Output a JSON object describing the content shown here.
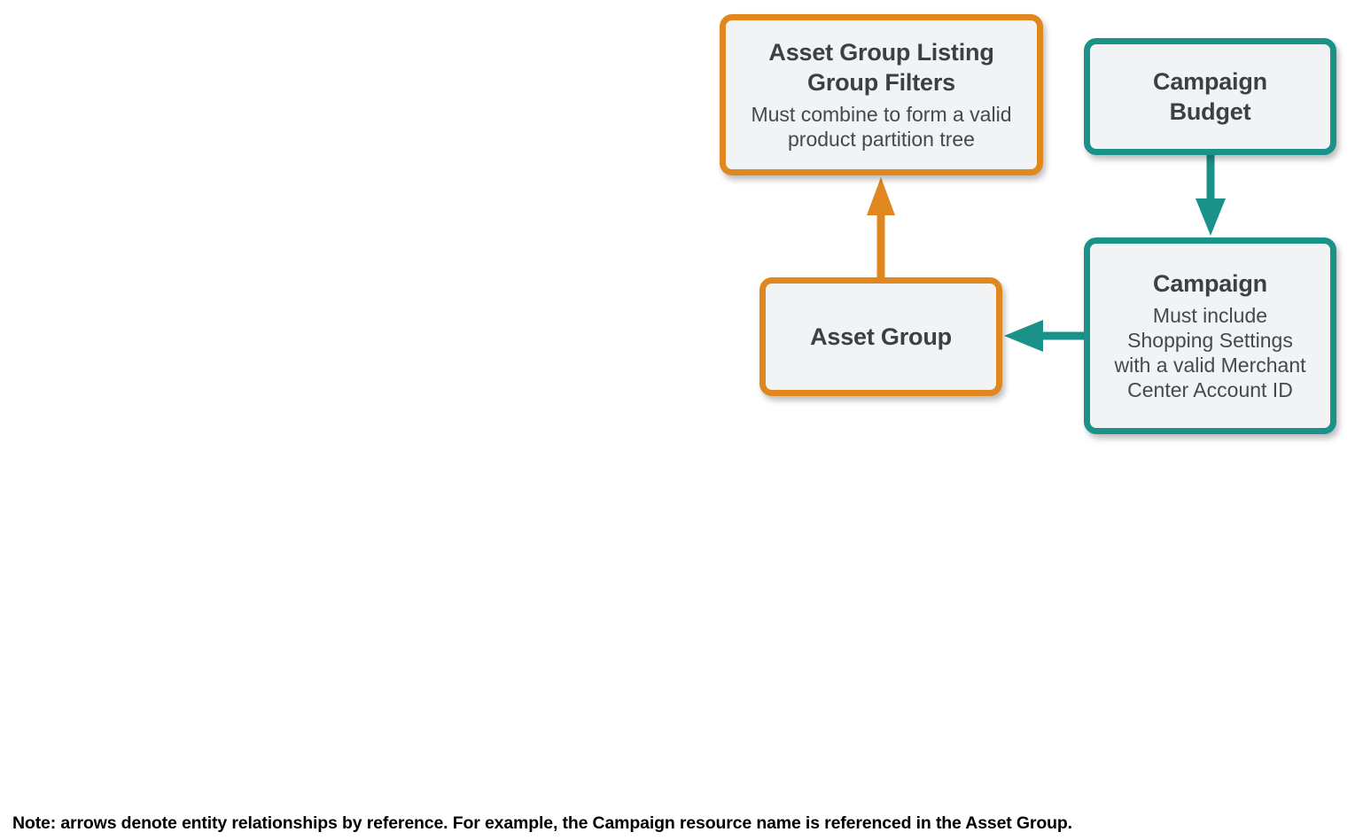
{
  "diagram": {
    "colors": {
      "orange": "#E0881F",
      "teal": "#1A9289",
      "box_fill": "#F1F3F4",
      "title_text": "#3C4043",
      "body_text": "#46494C",
      "note_text": "#000000",
      "background": "#FFFFFF"
    },
    "nodes": [
      {
        "id": "asset_group_listing_group_filters",
        "title": "Asset Group Listing\nGroup Filters",
        "subtitle": "Must combine to form a valid\nproduct partition tree",
        "accent": "orange"
      },
      {
        "id": "campaign_budget",
        "title": "Campaign\nBudget",
        "subtitle": "",
        "accent": "teal"
      },
      {
        "id": "asset_group",
        "title": "Asset Group",
        "subtitle": "",
        "accent": "orange"
      },
      {
        "id": "campaign",
        "title": "Campaign",
        "subtitle": "Must include\nShopping Settings\nwith a valid Merchant\nCenter Account ID",
        "accent": "teal"
      }
    ],
    "edges": [
      {
        "id": "asset-group-to-filters",
        "from": "asset_group",
        "to": "asset_group_listing_group_filters",
        "color": "orange",
        "direction": "up"
      },
      {
        "id": "budget-to-campaign",
        "from": "campaign_budget",
        "to": "campaign",
        "color": "teal",
        "direction": "down"
      },
      {
        "id": "campaign-to-asset-group",
        "from": "campaign",
        "to": "asset_group",
        "color": "teal",
        "direction": "left"
      }
    ],
    "note": "Note: arrows denote entity relationships by reference. For example, the Campaign resource name is referenced in the Asset Group."
  }
}
